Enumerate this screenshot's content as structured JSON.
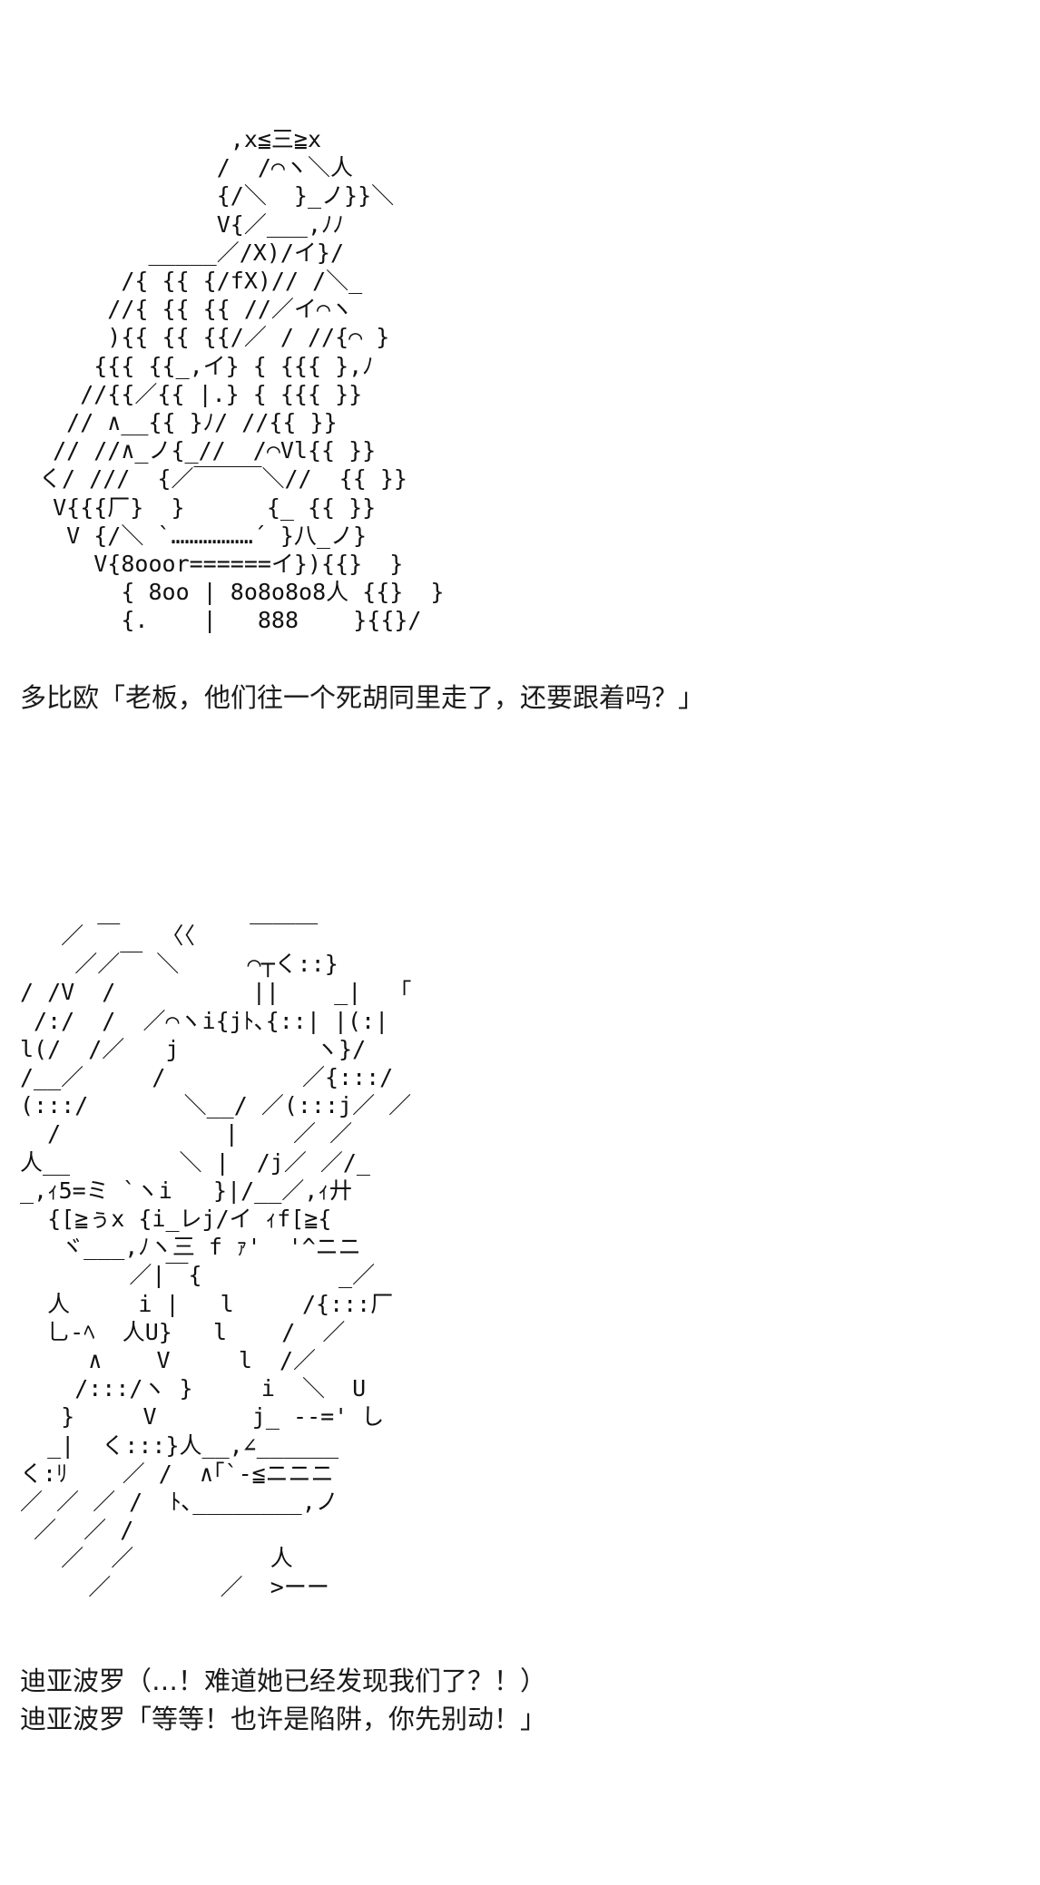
{
  "art_1": {
    "lines": [
      "               ,x≦三≧x",
      "              /  /⌒ヽ＼人",
      "              {/＼  }_ノ}}＼",
      "              V{／___,ﾉﾉ",
      "         _____／/X)/イ}/",
      "       /{ {{ {/fX)// /＼_",
      "      //{ {{ {{ //／イ⌒ヽ",
      "      ){{ {{ {{/／ / //{⌒ }",
      "     {{{ {{_,イ} { {{{ },ﾉ",
      "    //{{／{{ |.} { {{{ }}",
      "   // ∧__{{ }ﾉ/ //{{ }}",
      "  // //∧_ノ{_//  /⌒Vl{{ }}",
      " く/ ///  {／￣￣￣＼//  {{ }}",
      "  V{{{厂}  }      {_ {{ }}",
      "   V {/＼ `………………´ }八_ノ}",
      "     V{8ooor======イ}){{}  }",
      "       { 8oo | 8o8o8o8人 {{}  }",
      "       {.    |   888    }{{}/"
    ]
  },
  "art_2": {
    "lines": [
      "   ／ ￣   〈〈    ￣￣￣",
      "    ／／￣ ＼     ⌒┬く::}",
      "/ /V  /          ||    _|  「",
      " /:/  /  ／⌒ヽi{jﾄ､{::| |(:|",
      "l(/  /／   j          ヽ}/",
      "/__／     /          ／{:::/",
      "(:::/       ＼__/ ／(:::j／ ／",
      "  /            |    ／ ／",
      "人__        ＼ |  /j／ ／/_",
      "_,ｨ5=ミ `ヽi   }|/__／,ｨ廾",
      "  {[≧ぅx {i_レj/イ ｨf[≧{",
      "   ヾ___,ﾉヽ三 f ｧ'  '^ニニ",
      "        ／|￣{          _／",
      "  人     i |   l     /{:::厂",
      "  乚-ﾍ  人U}   l    /  ／",
      "     ∧    V     l  /／",
      "    /:::/ヽ }     i  ＼  U",
      "   }     V       j_ --=' し",
      "  _|  く:::}人__,∠______",
      "く:ﾘ    ／ /  ∧｢`-≦ニニニ",
      "／ ／ ／ /  ﾄ､________,ノ",
      " ／  ／ /",
      "   ／  ／          人",
      "     ／        ／  >ーー"
    ]
  },
  "captions": {
    "line_1": "多比欧「老板，他们往一个死胡同里走了，还要跟着吗？」",
    "line_2": "迪亚波罗（…！难道她已经发现我们了？！）",
    "line_3": "迪亚波罗「等等！也许是陷阱，你先别动！」"
  }
}
